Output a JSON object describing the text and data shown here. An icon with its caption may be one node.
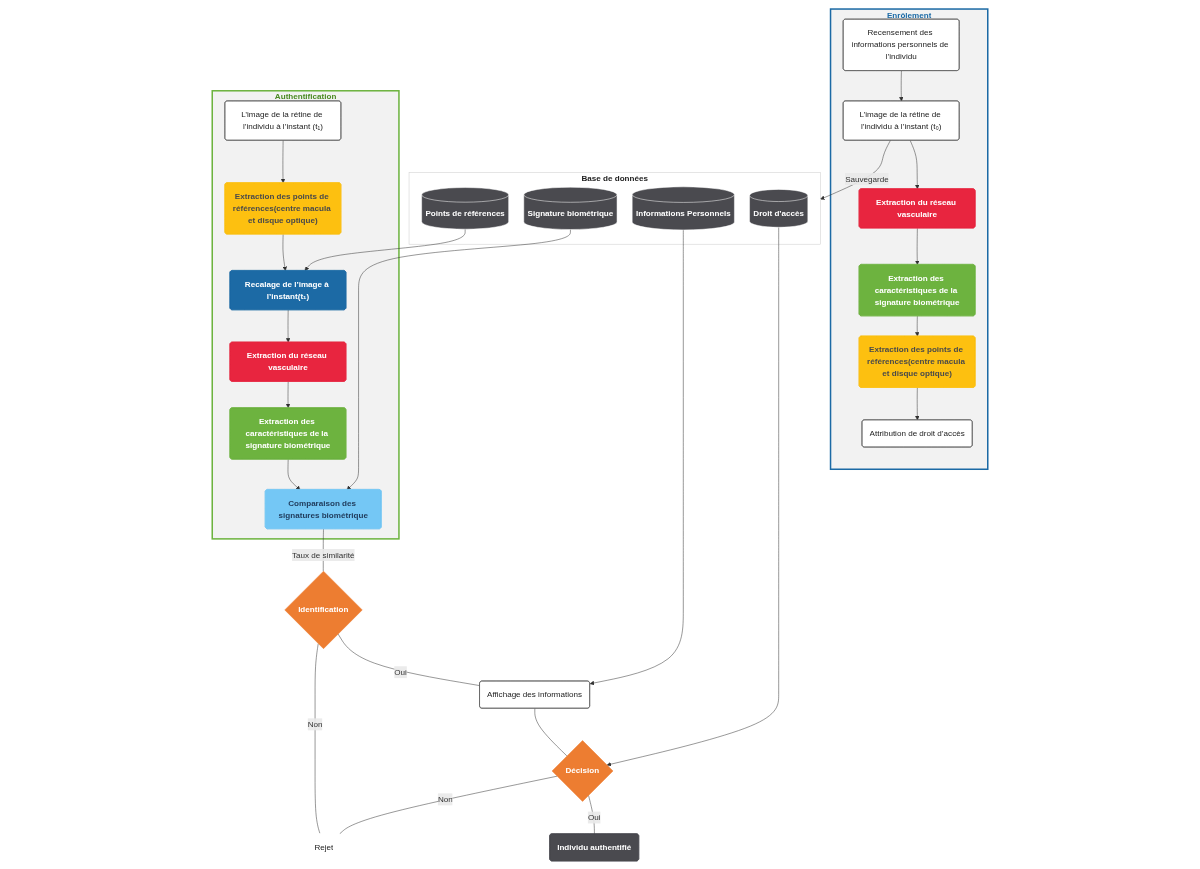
{
  "diagram": {
    "nodes": [
      {
        "text": [
          "Enrôlement"
        ]
      },
      {
        "text": [
          "Recensement des informations personnels de l’individu"
        ],
        "in": 0
      },
      {
        "text": [
          "L’image de la rétine de l’individu à l’instant (t₀)"
        ],
        "in": 0
      },
      {
        "text": [
          "Extraction du réseau vasculaire"
        ],
        "in": 0
      },
      {
        "text": [
          "Extraction des caractéristiques de la signature biométrique"
        ],
        "in": 0
      },
      {
        "text": [
          "Extraction des points de références(centre macula et disque optique)"
        ],
        "in": 0
      },
      {
        "text": [
          "Attribution de droit d’accès"
        ],
        "in": 0
      },
      {
        "text": [
          "Base de données"
        ]
      },
      {
        "text": [
          "Points de références"
        ],
        "in": 7
      },
      {
        "text": [
          "Signature biométrique"
        ],
        "in": 7
      },
      {
        "text": [
          "Informations Personnels"
        ],
        "in": 7
      },
      {
        "text": [
          "Droit d’accès"
        ],
        "in": 7
      },
      {
        "text": [
          "Authentification"
        ]
      },
      {
        "text": [
          "L’image de la rétine de l’individu à l’instant (t₁)"
        ],
        "in": 12
      },
      {
        "text": [
          "Extraction des points de références(centre macula et disque optique)"
        ],
        "in": 12
      },
      {
        "text": [
          "Recalage de l’image à l’instant(t₁)"
        ],
        "in": 12
      },
      {
        "text": [
          "Extraction du réseau vasculaire"
        ],
        "in": 12
      },
      {
        "text": [
          "Extraction des caractéristiques de la signature biométrique"
        ],
        "in": 12
      },
      {
        "text": [
          "Comparaison des signatures biométrique"
        ],
        "in": 12
      },
      {
        "text": [
          "Affichage des informations"
        ]
      },
      {
        "text": [
          "Décision"
        ]
      },
      {
        "text": [
          "Identification"
        ]
      },
      {
        "text": [
          "Individu authentifié"
        ]
      },
      {
        "text": [
          "Rejet"
        ]
      }
    ],
    "edges": [
      {
        "from": 1,
        "to": 2,
        "arrow": "to"
      },
      {
        "from": 2,
        "to": 3,
        "arrow": "to"
      },
      {
        "from": 3,
        "to": 4,
        "arrow": "to"
      },
      {
        "from": 4,
        "to": 5,
        "arrow": "to"
      },
      {
        "from": 5,
        "to": 6,
        "arrow": "to"
      },
      {
        "from": 2,
        "to": 7,
        "label": "Sauvegarde",
        "arrow": "to"
      },
      {
        "from": 13,
        "to": 14,
        "arrow": "to"
      },
      {
        "from": 14,
        "to": 15,
        "arrow": "to"
      },
      {
        "from": 15,
        "to": 16,
        "arrow": "to"
      },
      {
        "from": 16,
        "to": 17,
        "arrow": "to"
      },
      {
        "from": 17,
        "to": 18,
        "arrow": "to"
      },
      {
        "from": 8,
        "to": 15,
        "arrow": "to"
      },
      {
        "from": 9,
        "to": 18,
        "arrow": "to"
      },
      {
        "from": 10,
        "to": 19,
        "arrow": "to"
      },
      {
        "from": 11,
        "to": 20,
        "arrow": "to"
      },
      {
        "from": 19,
        "to": 20,
        "arrow": "none"
      },
      {
        "from": 21,
        "to": 19,
        "label": "Oui",
        "arrow": "none"
      },
      {
        "from": 18,
        "to": 21,
        "label": "Taux de similarité",
        "arrow": "none"
      },
      {
        "from": 21,
        "to": 23,
        "label": "Non",
        "arrow": "none"
      },
      {
        "from": 20,
        "to": 22,
        "label": "Oui",
        "arrow": "none"
      },
      {
        "from": 20,
        "to": 23,
        "label": "Non",
        "arrow": "none"
      }
    ]
  }
}
